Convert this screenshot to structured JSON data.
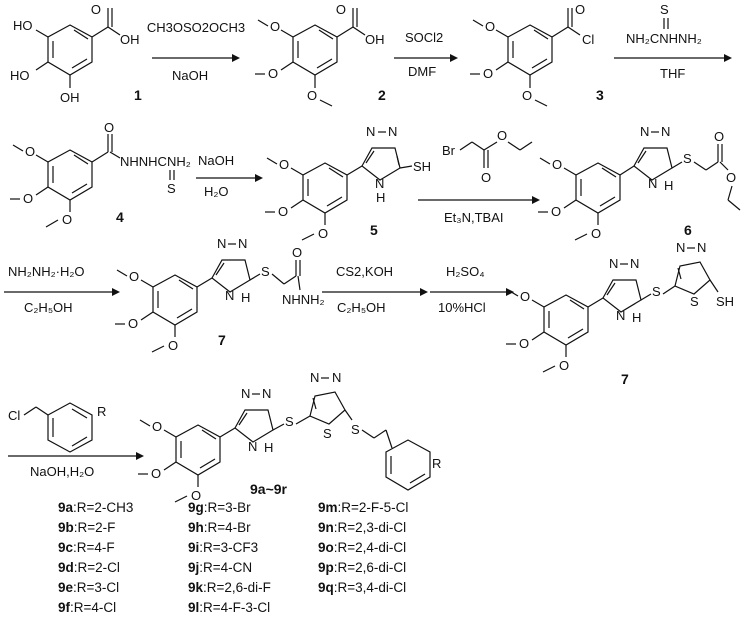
{
  "reagents": {
    "r1_top": "CH3OSO2OCH3",
    "r1_bottom": "NaOH",
    "r2_top": "SOCl2",
    "r2_bottom": "DMF",
    "r3_top": "NH2CNHNH2 (S)",
    "r3_bottom": "THF",
    "r4_top": "NaOH",
    "r4_bottom": "H2O",
    "r5_top": "Br-CH2-CO2Et",
    "r5_bottom": "Et3N,TBAI",
    "r6_top": "NH2NH2·H2O",
    "r6_bottom": "C2H5OH",
    "r7_top": "CS2,KOH",
    "r7_bottom": "C2H5OH",
    "r8_top": "H2SO4",
    "r8_bottom": "10%HCl",
    "r9_top": "Cl-CH2-C6H4-R",
    "r9_bottom": "NaOH,H2O"
  },
  "compounds": {
    "c1": "1",
    "c2": "2",
    "c3": "3",
    "c4": "4",
    "c5": "5",
    "c6": "6",
    "c7a": "7",
    "c7b": "7",
    "c9": "9a~9r"
  },
  "legend": [
    {
      "id": "9a",
      "r": "R=2-CH3"
    },
    {
      "id": "9b",
      "r": "R=2-F"
    },
    {
      "id": "9c",
      "r": "R=4-F"
    },
    {
      "id": "9d",
      "r": "R=2-Cl"
    },
    {
      "id": "9e",
      "r": "R=3-Cl"
    },
    {
      "id": "9f",
      "r": "R=4-Cl"
    },
    {
      "id": "9g",
      "r": "R=3-Br"
    },
    {
      "id": "9h",
      "r": "R=4-Br"
    },
    {
      "id": "9i",
      "r": "R=3-CF3"
    },
    {
      "id": "9j",
      "r": "R=4-CN"
    },
    {
      "id": "9k",
      "r": "R=2,6-di-F"
    },
    {
      "id": "9l",
      "r": "R=4-F-3-Cl"
    },
    {
      "id": "9m",
      "r": "R=2-F-5-Cl"
    },
    {
      "id": "9n",
      "r": "R=2,3-di-Cl"
    },
    {
      "id": "9o",
      "r": "R=2,4-di-Cl"
    },
    {
      "id": "9p",
      "r": "R=2,6-di-Cl"
    },
    {
      "id": "9q",
      "r": "R=3,4-di-Cl"
    }
  ]
}
